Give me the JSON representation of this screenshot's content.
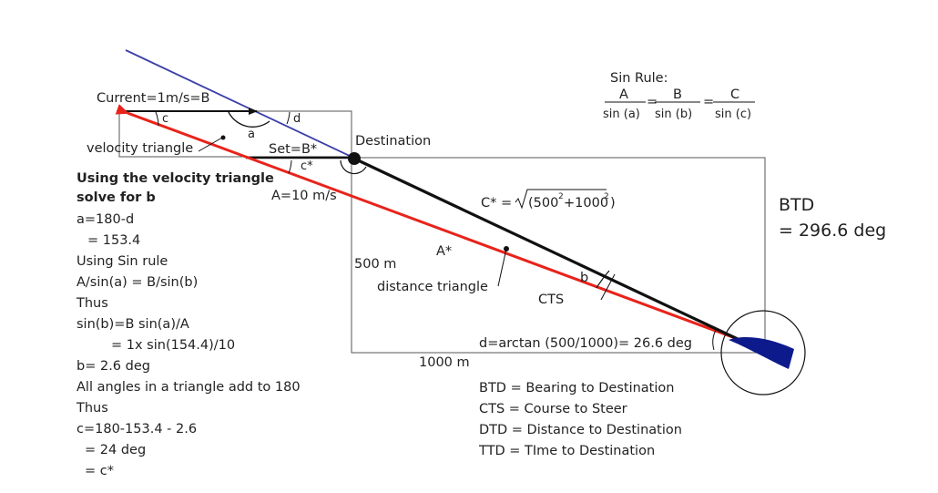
{
  "labels": {
    "current": "Current=1m/s=B",
    "c_small": "c",
    "d_small": "d",
    "a_small": "a",
    "velocity_triangle": "velocity triangle",
    "set": "Set=B*",
    "c_star": "c*",
    "destination": "Destination",
    "a_speed": "A=10 m/s",
    "c_star_formula_prefix": "C* =",
    "c_star_formula_body": "(500",
    "c_star_formula_mid": "+1000",
    "c_star_formula_end": ")",
    "sup2": "2",
    "a_star": "A*",
    "b_angle": "b",
    "distance_triangle": "distance triangle",
    "cts": "CTS",
    "side_500": "500 m",
    "side_1000": "1000 m",
    "d_formula": "d=arctan (500/1000)= 26.6 deg",
    "btd_title": "BTD",
    "btd_value": "= 296.6 deg"
  },
  "sin_rule": {
    "title": "Sin Rule:",
    "num_a": "A",
    "num_b": "B",
    "num_c": "C",
    "den_a": "sin (a)",
    "den_b": "sin (b)",
    "den_c": "sin (c)",
    "eq": "="
  },
  "solution": {
    "heading_line1": "Using the velocity triangle",
    "heading_line2": "solve for b",
    "lines": [
      "a=180-d",
      "= 153.4",
      "Using Sin rule",
      "A/sin(a) = B/sin(b)",
      "Thus",
      "sin(b)=B sin(a)/A",
      "= 1x sin(154.4)/10",
      "b= 2.6 deg",
      "All angles in a triangle add to 180",
      "Thus",
      "c=180-153.4 - 2.6",
      "= 24 deg",
      "= c*"
    ]
  },
  "legend": [
    "BTD = Bearing to Destination",
    "CTS = Course to Steer",
    "DTD = Distance to Destination",
    "TTD = TIme to Destination"
  ],
  "colors": {
    "red_line": "#e8231b",
    "blue_line": "#3b3fa8",
    "black": "#111111",
    "boat": "#0d1a8c",
    "box": "#555555"
  }
}
